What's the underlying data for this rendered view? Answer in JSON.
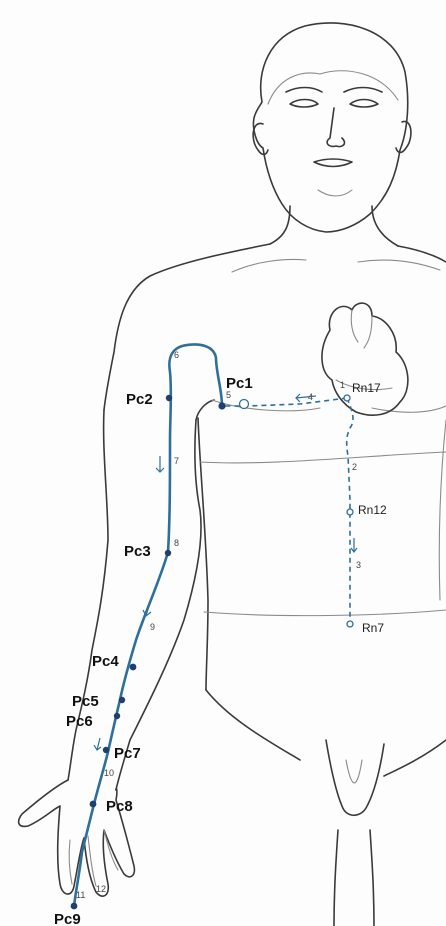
{
  "points": {
    "pc1": "Pc1",
    "pc2": "Pc2",
    "pc3": "Pc3",
    "pc4": "Pc4",
    "pc5": "Pc5",
    "pc6": "Pc6",
    "pc7": "Pc7",
    "pc8": "Pc8",
    "pc9": "Pc9",
    "rn17": "Rn17",
    "rn12": "Rn12",
    "rn7": "Rn7"
  },
  "sequence": [
    "1",
    "2",
    "3",
    "4",
    "5",
    "6",
    "7",
    "8",
    "9",
    "10",
    "11",
    "12"
  ],
  "colors": {
    "meridian": "#2f6f9b",
    "point": "#1f3f6e",
    "outline": "#3a3a3a"
  }
}
